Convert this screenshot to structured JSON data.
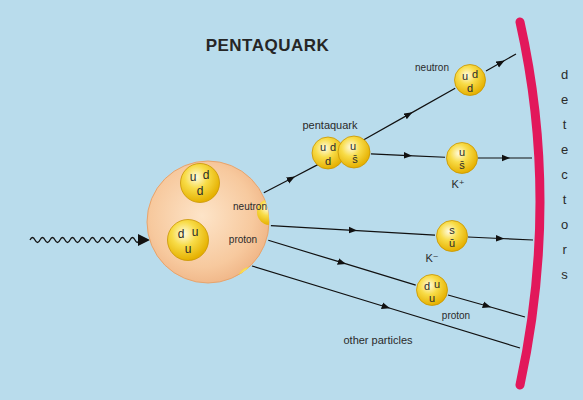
{
  "diagram": {
    "title": "PENTAQUARK",
    "nodes": [
      {
        "text": [
          "neutron",
          "proton"
        ]
      },
      {
        "text": [
          "u",
          "d",
          "d"
        ],
        "in": 0
      },
      {
        "text": [
          "d",
          "u",
          "u"
        ],
        "in": 0
      },
      {
        "text": [
          "pentaquark",
          "u",
          "d",
          "d",
          "u",
          "s̄"
        ]
      },
      {
        "text": [
          "neutron",
          "u",
          "d",
          "d"
        ]
      },
      {
        "text": [
          "u",
          "s̄",
          "K⁺"
        ]
      },
      {
        "text": [
          "s",
          "ū",
          "K⁻"
        ]
      },
      {
        "text": [
          "d",
          "u",
          "u",
          "proton"
        ]
      }
    ],
    "edges": [
      {
        "from": 0,
        "to": 3,
        "arrow": "to"
      },
      {
        "from": 3,
        "to": 4,
        "arrow": "to"
      },
      {
        "from": 3,
        "to": 5,
        "arrow": "to"
      },
      {
        "from": 0,
        "to": 6,
        "arrow": "to"
      },
      {
        "from": 0,
        "to": 7,
        "arrow": "to"
      }
    ],
    "labels": [
      "other particles",
      "detectors"
    ]
  }
}
